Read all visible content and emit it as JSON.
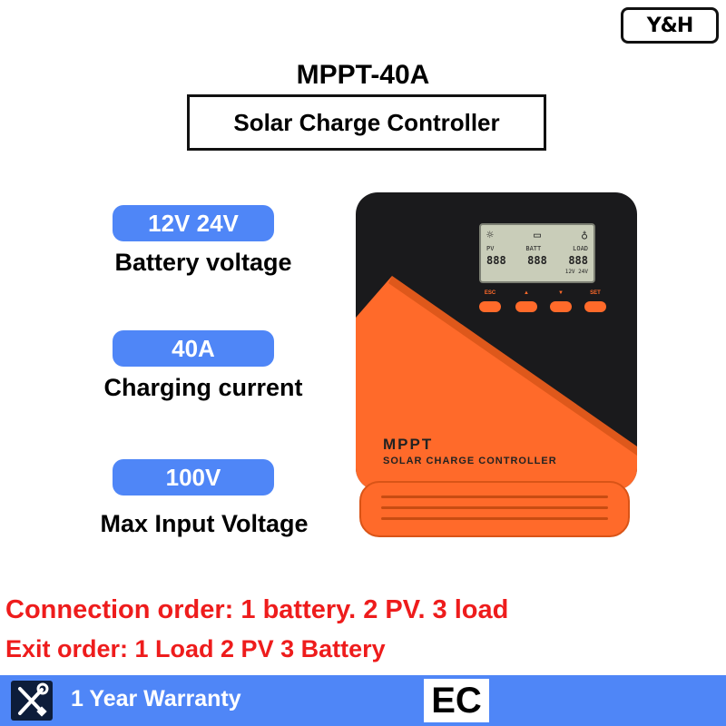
{
  "brand": {
    "logo_text": "Y&H"
  },
  "header": {
    "model": "MPPT-40A",
    "subtitle": "Solar Charge Controller"
  },
  "specs": [
    {
      "value": "12V 24V",
      "label": "Battery voltage"
    },
    {
      "value": "40A",
      "label": "Charging current"
    },
    {
      "value": "100V",
      "label": "Max Input Voltage"
    }
  ],
  "device": {
    "lcd_top": [
      "PV",
      "BATT",
      "LOAD"
    ],
    "lcd_bottom": [
      "888",
      "888",
      "888"
    ],
    "lcd_small": "12V 24V",
    "buttons": [
      "ESC",
      "▲",
      "▼",
      "SET"
    ],
    "print_title": "MPPT",
    "print_subtitle": "SOLAR CHARGE CONTROLLER"
  },
  "notes": {
    "connection": "Connection order: 1 battery. 2 PV. 3 load",
    "exit": "Exit order: 1 Load 2 PV 3 Battery"
  },
  "footer": {
    "warranty": "1 Year Warranty",
    "certification": "EC",
    "icon": "tools-icon"
  },
  "colors": {
    "accent_blue": "#4f86f7",
    "device_orange": "#ff6a2a",
    "device_black": "#1a1a1c",
    "warning_red": "#ee1c1c"
  }
}
